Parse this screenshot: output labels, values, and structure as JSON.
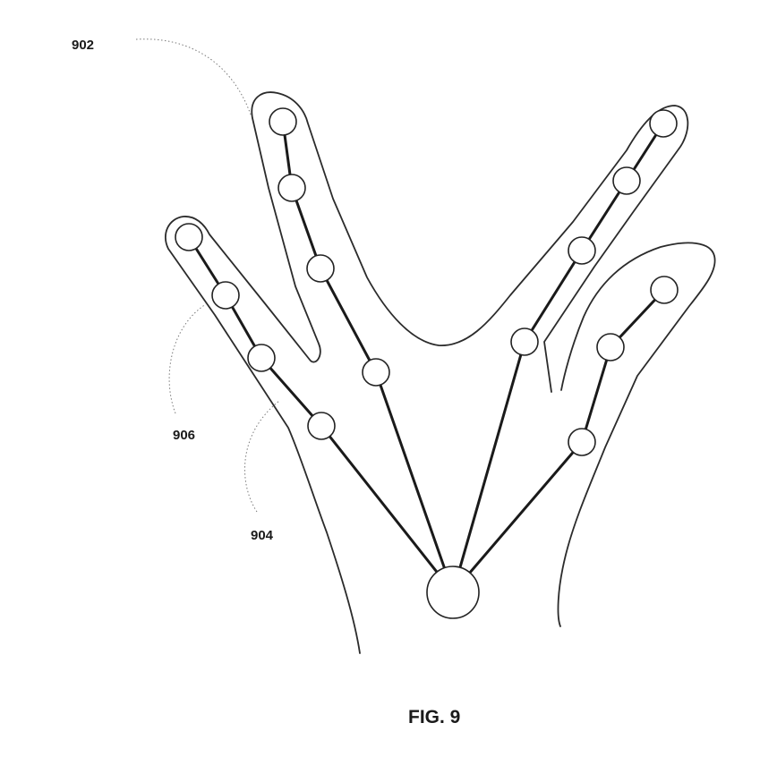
{
  "figure": {
    "caption": "FIG. 9",
    "labels": {
      "ref_902": "902",
      "ref_904": "904",
      "ref_906": "906"
    },
    "stroke_color": "#1a1a1a",
    "background_color": "#ffffff"
  }
}
